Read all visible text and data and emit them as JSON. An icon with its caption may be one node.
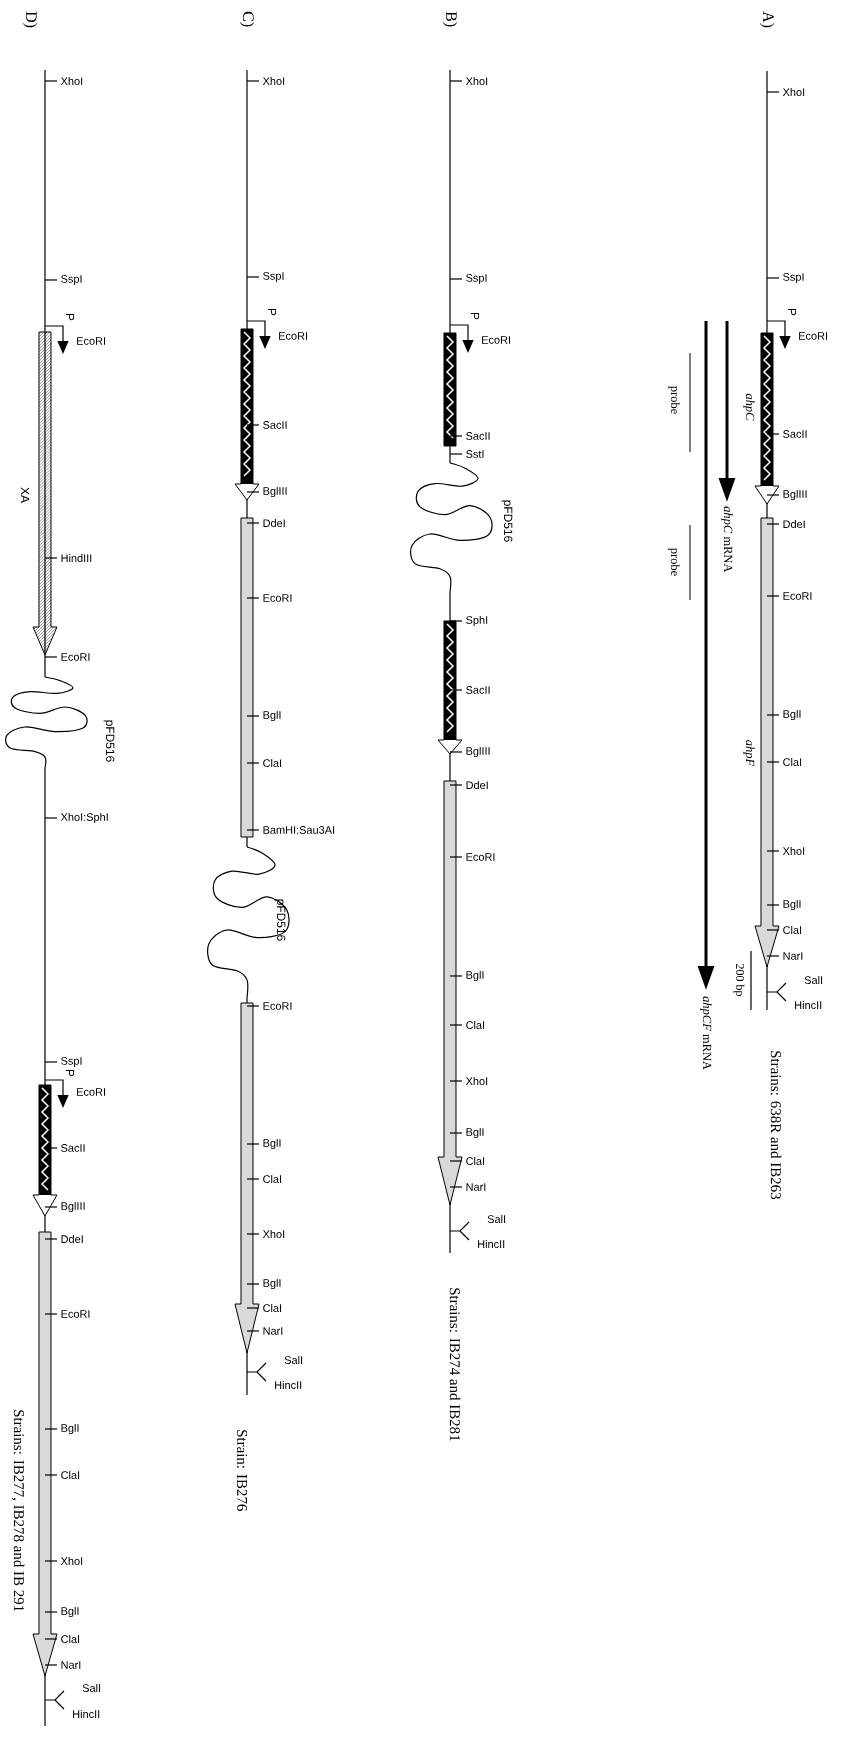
{
  "diagram": {
    "labels": [
      "A)",
      "XhoI",
      "SspI",
      "P",
      "EcoRI",
      "ahpC",
      "SacII",
      "BglIII",
      "DdeI",
      "EcoRI",
      "BglI",
      "ahpF",
      "ClaI",
      "XhoI",
      "BglI",
      "ClaI",
      "NarI",
      "SalI",
      "HincII",
      "200 bp",
      "Strains: 638R and IB263",
      "probe",
      "*ahpC* mRNA",
      "probe",
      "*ahpCF* mRNA",
      "B)",
      "XhoI",
      "SspI",
      "P",
      "EcoRI",
      "SacII",
      "SstI",
      "pFD516",
      "SphI",
      "SacII",
      "BglIII",
      "DdeI",
      "EcoRI",
      "BglI",
      "ClaI",
      "XhoI",
      "BglI",
      "ClaI",
      "NarI",
      "SalI",
      "HincII",
      "Strains: IB274 and IB281",
      "C)",
      "XhoI",
      "SspI",
      "P",
      "EcoRI",
      "SacII",
      "BglIII",
      "DdeI",
      "EcoRI",
      "BglI",
      "ClaI",
      "BamHI:Sau3AI",
      "pFD516",
      "EcoRI",
      "BglI",
      "ClaI",
      "XhoI",
      "BglI",
      "ClaI",
      "NarI",
      "SalI",
      "HincII",
      "Strain: IB276",
      "D)",
      "XhoI",
      "SspI",
      "P",
      "EcoRI",
      "XA",
      "HindIII",
      "EcoRI",
      "pFD516",
      "XhoI:SphI",
      "SspI",
      "P",
      "EcoRI",
      "SacII",
      "BglIII",
      "DdeI",
      "EcoRI",
      "BglI",
      "ClaI",
      "XhoI",
      "BglI",
      "ClaI",
      "NarI",
      "SalI",
      "HincII",
      "Strains: IB277, IB278 and IB 291"
    ]
  }
}
